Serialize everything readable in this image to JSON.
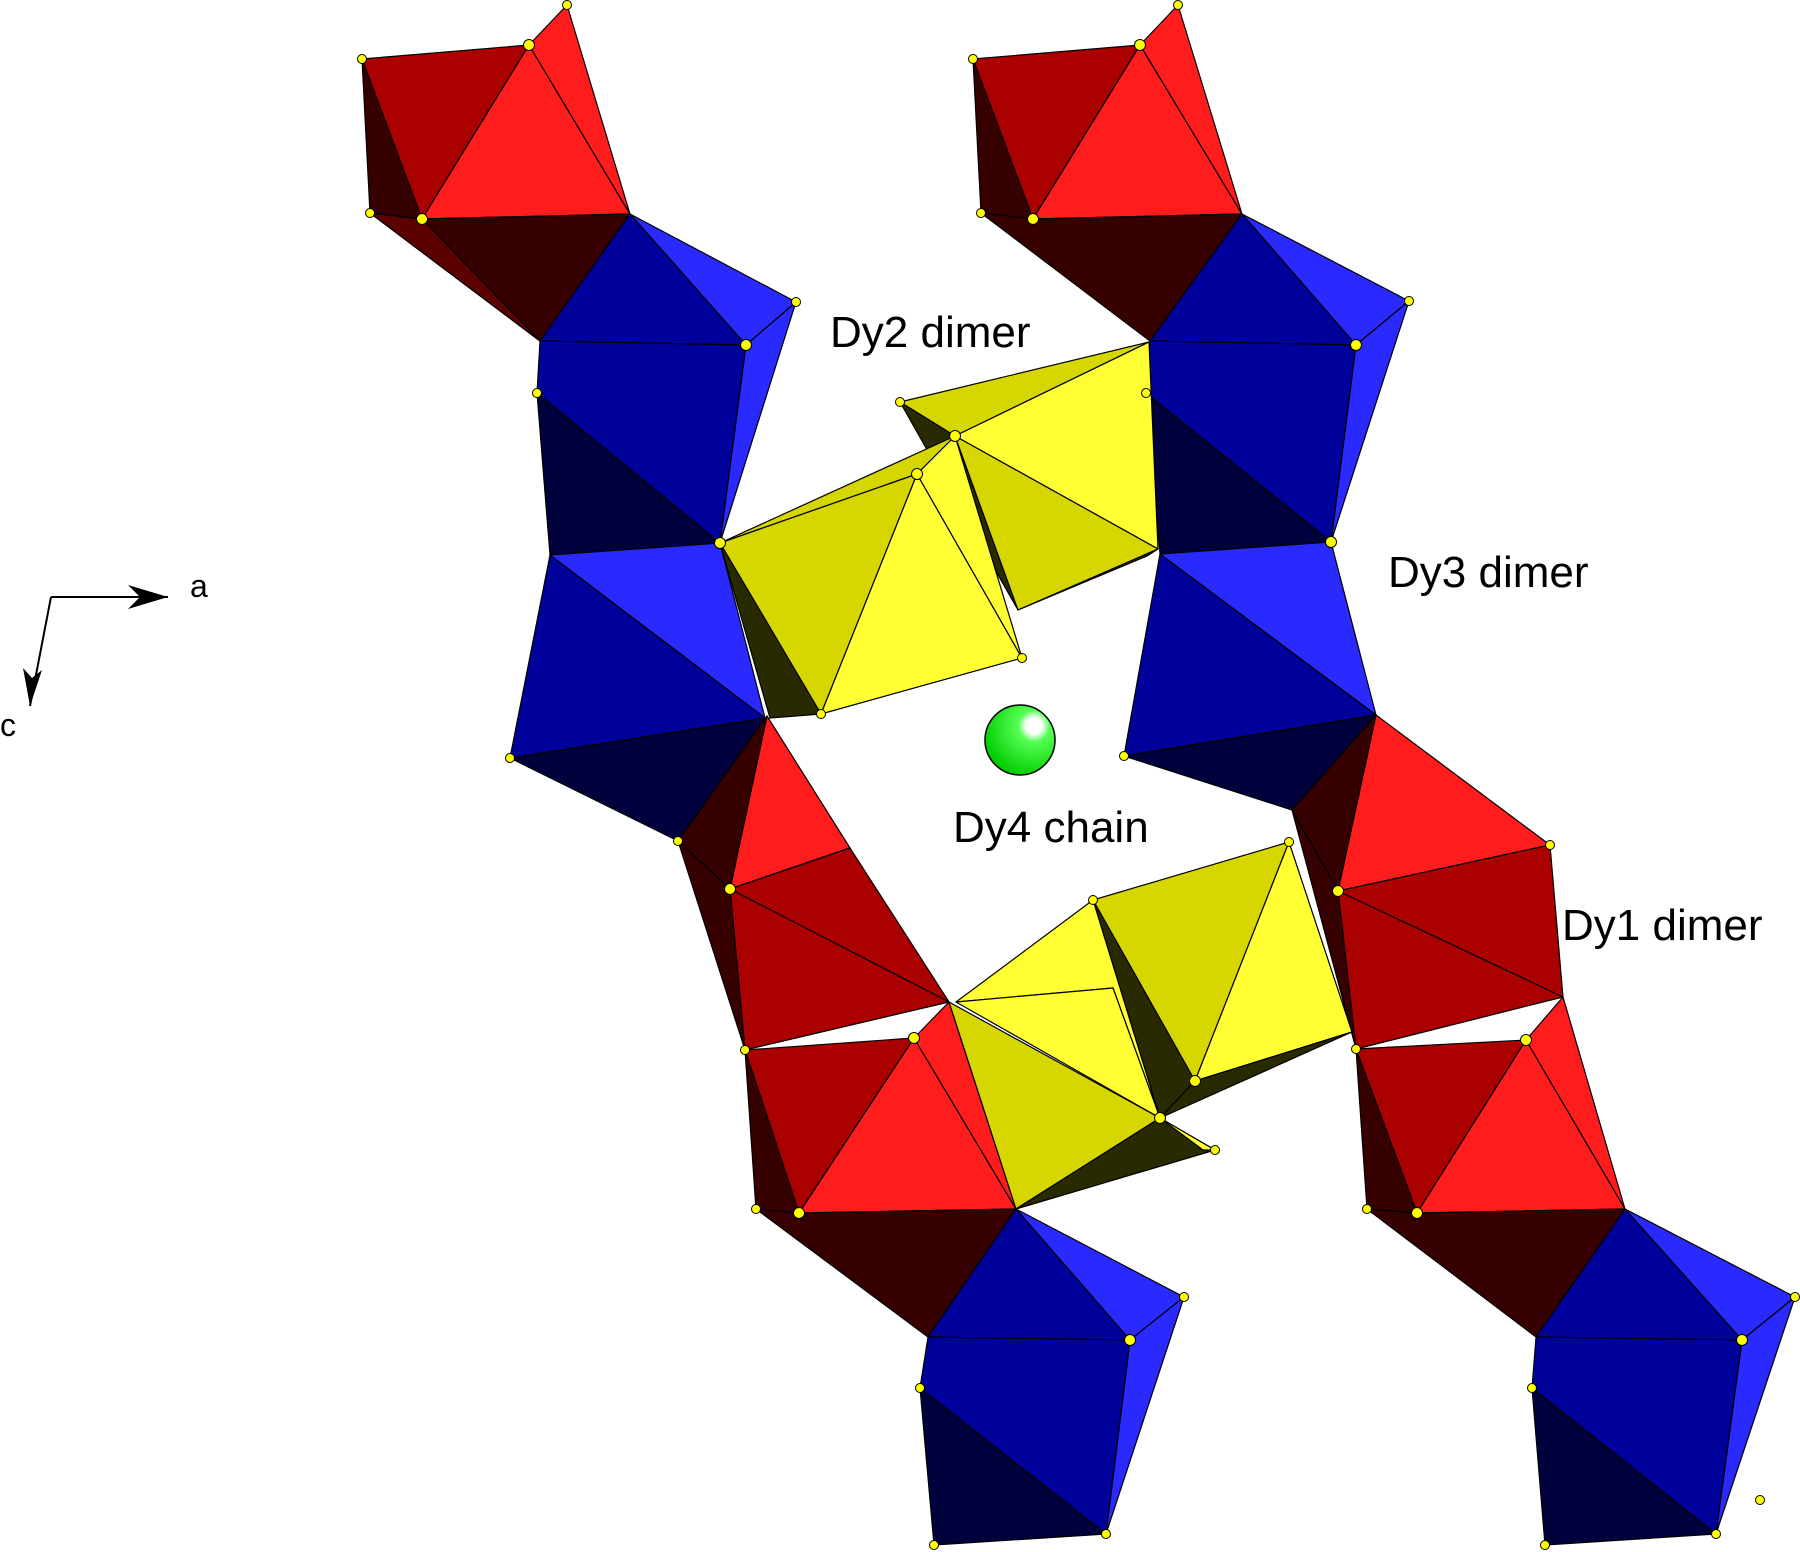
{
  "axes": {
    "a": "a",
    "c": "c"
  },
  "labels": {
    "dy2": "Dy2 dimer",
    "dy3": "Dy3 dimer",
    "dy4": "Dy4 chain",
    "dy1": "Dy1 dimer"
  },
  "colors": {
    "red_light": "#ff1c1c",
    "red_mid": "#ab0000",
    "red_dark": "#360000",
    "blue_light": "#2a2aff",
    "blue_mid": "#00009a",
    "blue_dark": "#00003c",
    "yellow_light": "#ffff33",
    "yellow_mid": "#d6d600",
    "yellow_dark": "#2a2a00",
    "sphere": "#00dd00",
    "vertex": "#ffff00"
  }
}
